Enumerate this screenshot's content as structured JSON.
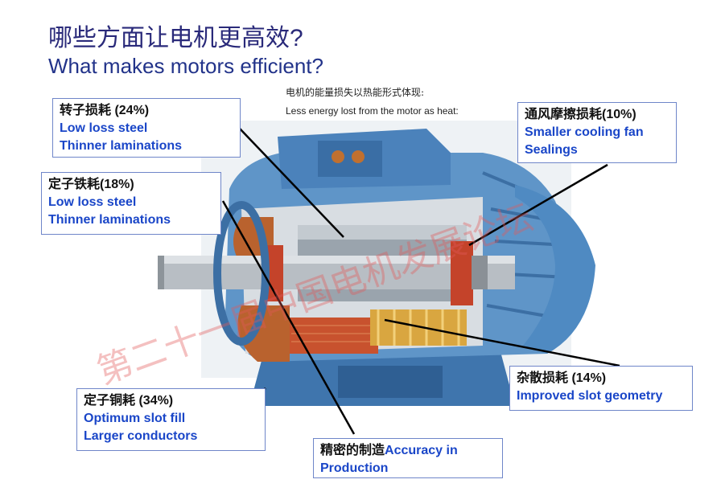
{
  "title": {
    "cn": "哪些方面让电机更高效?",
    "en": "What makes motors efficient?"
  },
  "caption": {
    "cn": "电机的能量损失以热能形式体现:",
    "en": "Less energy lost from the motor as heat:"
  },
  "watermark": "第二十一届中国电机发展论坛",
  "colors": {
    "box_border": "#6f86c9",
    "blue_text": "#1a46c8",
    "motor_blue": "#5f95c8",
    "copper": "#c06030"
  },
  "callouts": {
    "rotor": {
      "head": "转子损耗 (24%)",
      "l1": "Low loss steel",
      "l2": "Thinner laminations"
    },
    "stator_iron": {
      "head": "定子铁耗(18%)",
      "l1": "Low loss steel",
      "l2": "Thinner laminations"
    },
    "ventilation": {
      "head": "通风摩擦损耗(10%)",
      "l1": "Smaller cooling fan",
      "l2": "Sealings"
    },
    "stray": {
      "head": "杂散损耗 (14%)",
      "l1": "Improved slot geometry"
    },
    "stator_copper": {
      "head": "定子铜耗 (34%)",
      "l1": "Optimum slot fill",
      "l2": "Larger conductors"
    },
    "manufacturing": {
      "head": "精密的制造",
      "inline": "Accuracy in",
      "l2": "Production"
    }
  }
}
